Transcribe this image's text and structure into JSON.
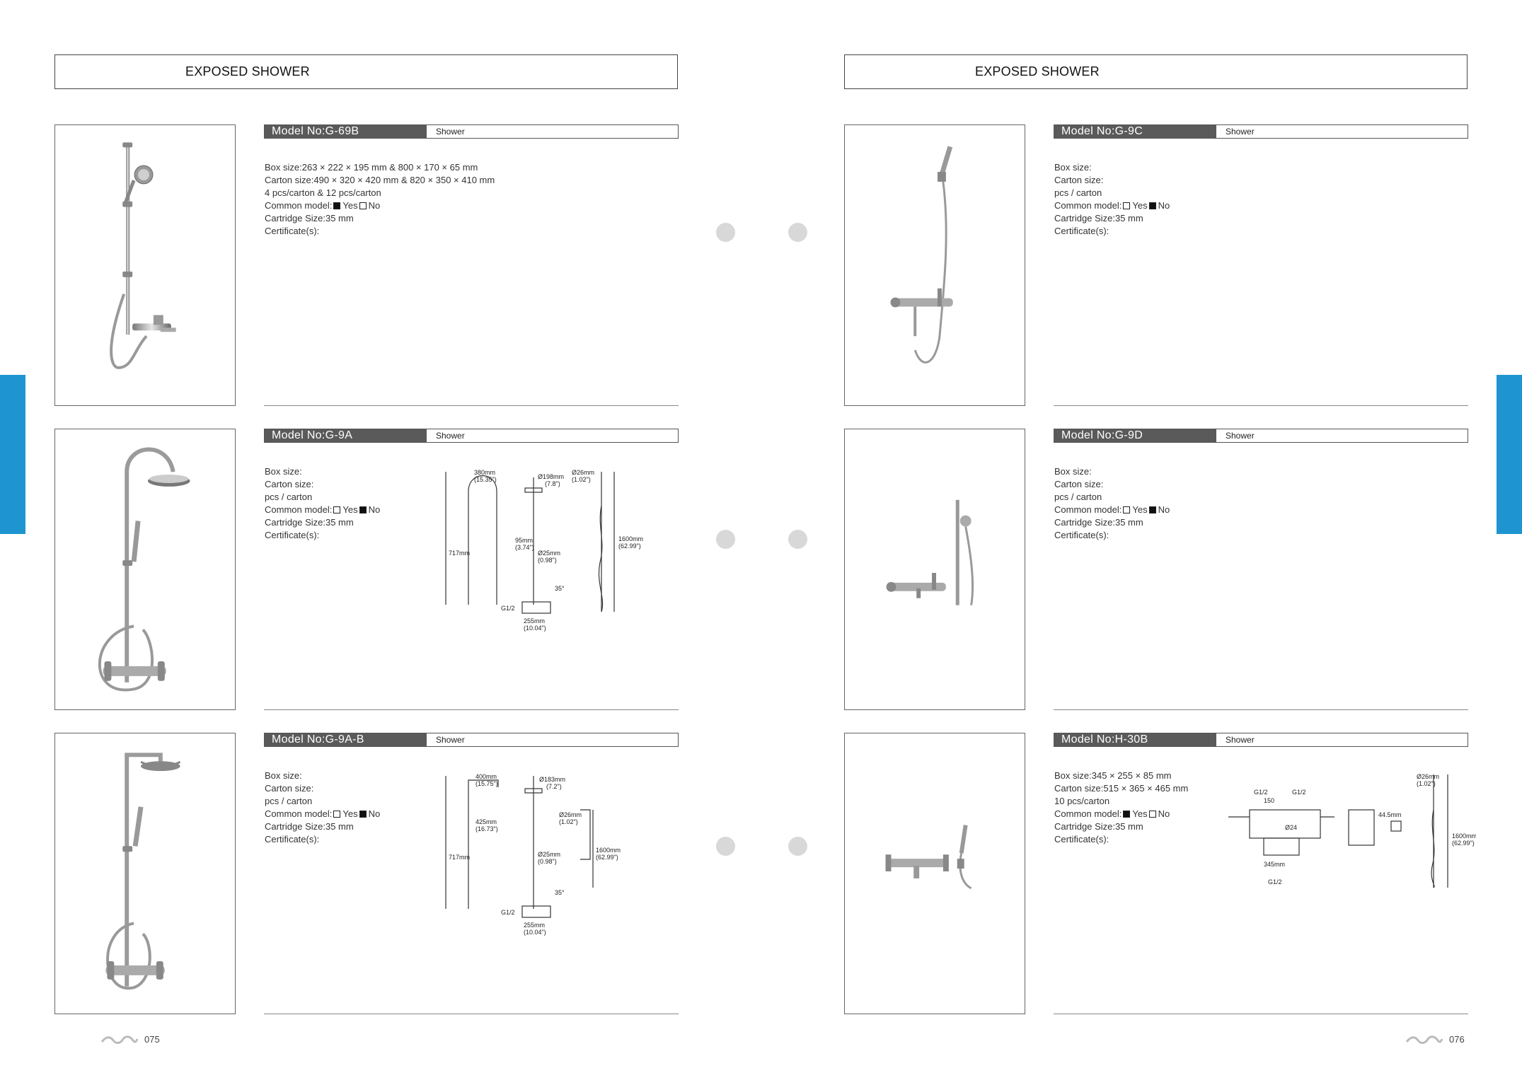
{
  "pages": [
    {
      "header": "EXPOSED SHOWER",
      "page_number": "075",
      "products": [
        {
          "model": "Model No:G-69B",
          "type": "Shower",
          "box_size": "Box size:263 × 222 × 195 mm & 800 × 170 × 65 mm",
          "carton_size": "Carton size:490 × 320 × 420 mm & 820 × 350 × 410 mm",
          "pcs": "4 pcs/carton & 12 pcs/carton",
          "common_model_label": "Common model:",
          "common_model": "yes",
          "yes_label": "Yes",
          "no_label": "No",
          "cartridge": "Cartridge Size:35 mm",
          "certificate": "Certificate(s):"
        },
        {
          "model": "Model No:G-9A",
          "type": "Shower",
          "box_size": "Box size:",
          "carton_size": "Carton size:",
          "pcs": "pcs / carton",
          "common_model_label": "Common model:",
          "common_model": "no",
          "yes_label": "Yes",
          "no_label": "No",
          "cartridge": "Cartridge Size:35 mm",
          "certificate": "Certificate(s):"
        },
        {
          "model": "Model No:G-9A-B",
          "type": "Shower",
          "box_size": "Box size:",
          "carton_size": "Carton size:",
          "pcs": "pcs / carton",
          "common_model_label": "Common model:",
          "common_model": "no",
          "yes_label": "Yes",
          "no_label": "No",
          "cartridge": "Cartridge Size:35 mm",
          "certificate": "Certificate(s):"
        }
      ]
    },
    {
      "header": "EXPOSED SHOWER",
      "page_number": "076",
      "products": [
        {
          "model": "Model No:G-9C",
          "type": "Shower",
          "box_size": "Box size:",
          "carton_size": "Carton size:",
          "pcs": "pcs / carton",
          "common_model_label": "Common model:",
          "common_model": "no",
          "yes_label": "Yes",
          "no_label": "No",
          "cartridge": "Cartridge Size:35 mm",
          "certificate": "Certificate(s):"
        },
        {
          "model": "Model No:G-9D",
          "type": "Shower",
          "box_size": "Box size:",
          "carton_size": "Carton size:",
          "pcs": "pcs / carton",
          "common_model_label": "Common model:",
          "common_model": "no",
          "yes_label": "Yes",
          "no_label": "No",
          "cartridge": "Cartridge Size:35 mm",
          "certificate": "Certificate(s):"
        },
        {
          "model": "Model No:H-30B",
          "type": "Shower",
          "box_size": "Box size:345 × 255 × 85 mm",
          "carton_size": "Carton size:515 × 365 × 465 mm",
          "pcs": "10 pcs/carton",
          "common_model_label": "Common model:",
          "common_model": "yes",
          "yes_label": "Yes",
          "no_label": "No",
          "cartridge": "Cartridge Size:35 mm",
          "certificate": "Certificate(s):"
        }
      ]
    }
  ],
  "drawing_labels": {
    "g9a": {
      "d1": "380mm",
      "d1b": "(15.35\")",
      "d2": "Ø198mm",
      "d2b": "(7.8\")",
      "d3": "Ø26mm",
      "d3b": "(1.02\")",
      "d4": "95mm",
      "d4b": "(3.74\")",
      "d5": "Ø25mm",
      "d5b": "(0.98\")",
      "d6": "1600mm",
      "d6b": "(62.99\")",
      "d7": "717mm",
      "d8": "255mm",
      "d8b": "(10.04\")",
      "d9": "G1/2",
      "d10": "35°"
    },
    "g9ab": {
      "d1": "400mm",
      "d1b": "(15.75\")",
      "d2": "Ø183mm",
      "d2b": "(7.2\")",
      "d3": "Ø26mm",
      "d3b": "(1.02\")",
      "d4": "425mm",
      "d4b": "(16.73\")",
      "d5": "Ø25mm",
      "d5b": "(0.98\")",
      "d6": "1600mm",
      "d6b": "(62.99\")",
      "d7": "717mm",
      "d8": "255mm",
      "d8b": "(10.04\")",
      "d9": "G1/2",
      "d10": "35°"
    },
    "h30b": {
      "d1": "G1/2",
      "d2": "150",
      "d3": "G1/2",
      "d4": "Ø26mm",
      "d4b": "(1.02\")",
      "d5": "345mm",
      "d6": "Ø24",
      "d7": "44.5mm",
      "d8": "1600mm",
      "d8b": "(62.99\")",
      "d9": "G1/2"
    }
  }
}
